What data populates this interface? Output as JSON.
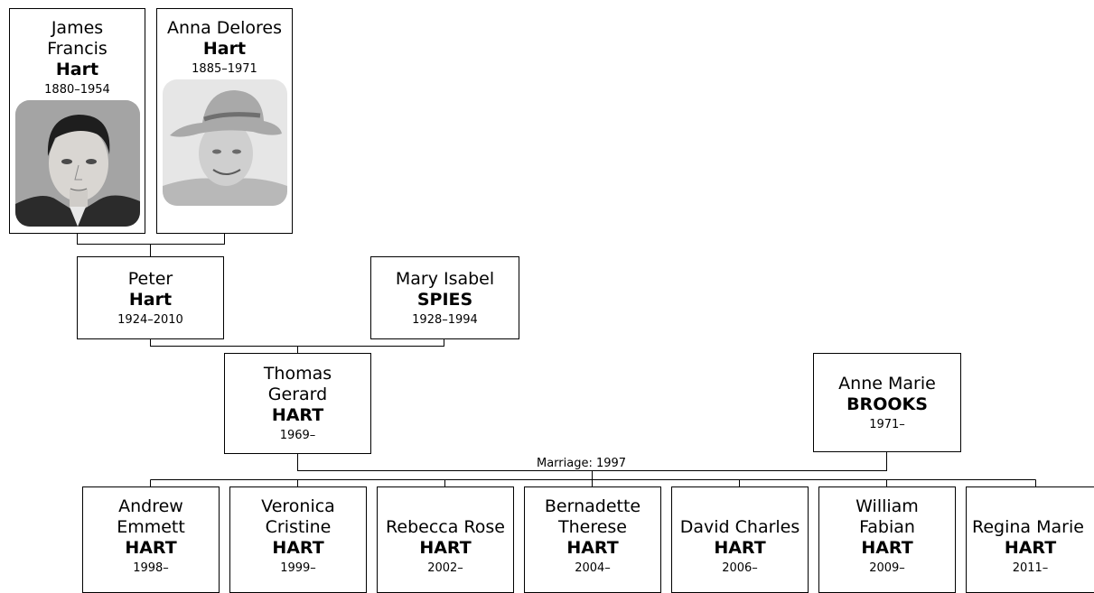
{
  "grandparents": [
    {
      "given": "James Francis",
      "surname": "Hart",
      "dates": "1880–1954",
      "photo": "portrait-man"
    },
    {
      "given": "Anna Delores",
      "surname": "Hart",
      "dates": "1885–1971",
      "photo": "portrait-woman-hat"
    }
  ],
  "parents": [
    {
      "given": "Peter",
      "surname": "Hart",
      "dates": "1924–2010"
    },
    {
      "given": "Mary Isabel",
      "surname": "SPIES",
      "dates": "1928–1994"
    }
  ],
  "couple": [
    {
      "given": "Thomas Gerard",
      "surname": "HART",
      "dates": "1969–"
    },
    {
      "given": "Anne Marie",
      "surname": "BROOKS",
      "dates": "1971–"
    }
  ],
  "marriage_label": "Marriage: 1997",
  "children": [
    {
      "given": "Andrew Emmett",
      "surname": "HART",
      "dates": "1998–"
    },
    {
      "given": "Veronica Cristine",
      "surname": "HART",
      "dates": "1999–"
    },
    {
      "given": "Rebecca Rose",
      "surname": "HART",
      "dates": "2002–"
    },
    {
      "given": "Bernadette Therese",
      "surname": "HART",
      "dates": "2004–"
    },
    {
      "given": "David Charles",
      "surname": "HART",
      "dates": "2006–"
    },
    {
      "given": "William Fabian",
      "surname": "HART",
      "dates": "2009–"
    },
    {
      "given": "Regina Marie",
      "surname": "HART",
      "dates": "2011–"
    }
  ]
}
